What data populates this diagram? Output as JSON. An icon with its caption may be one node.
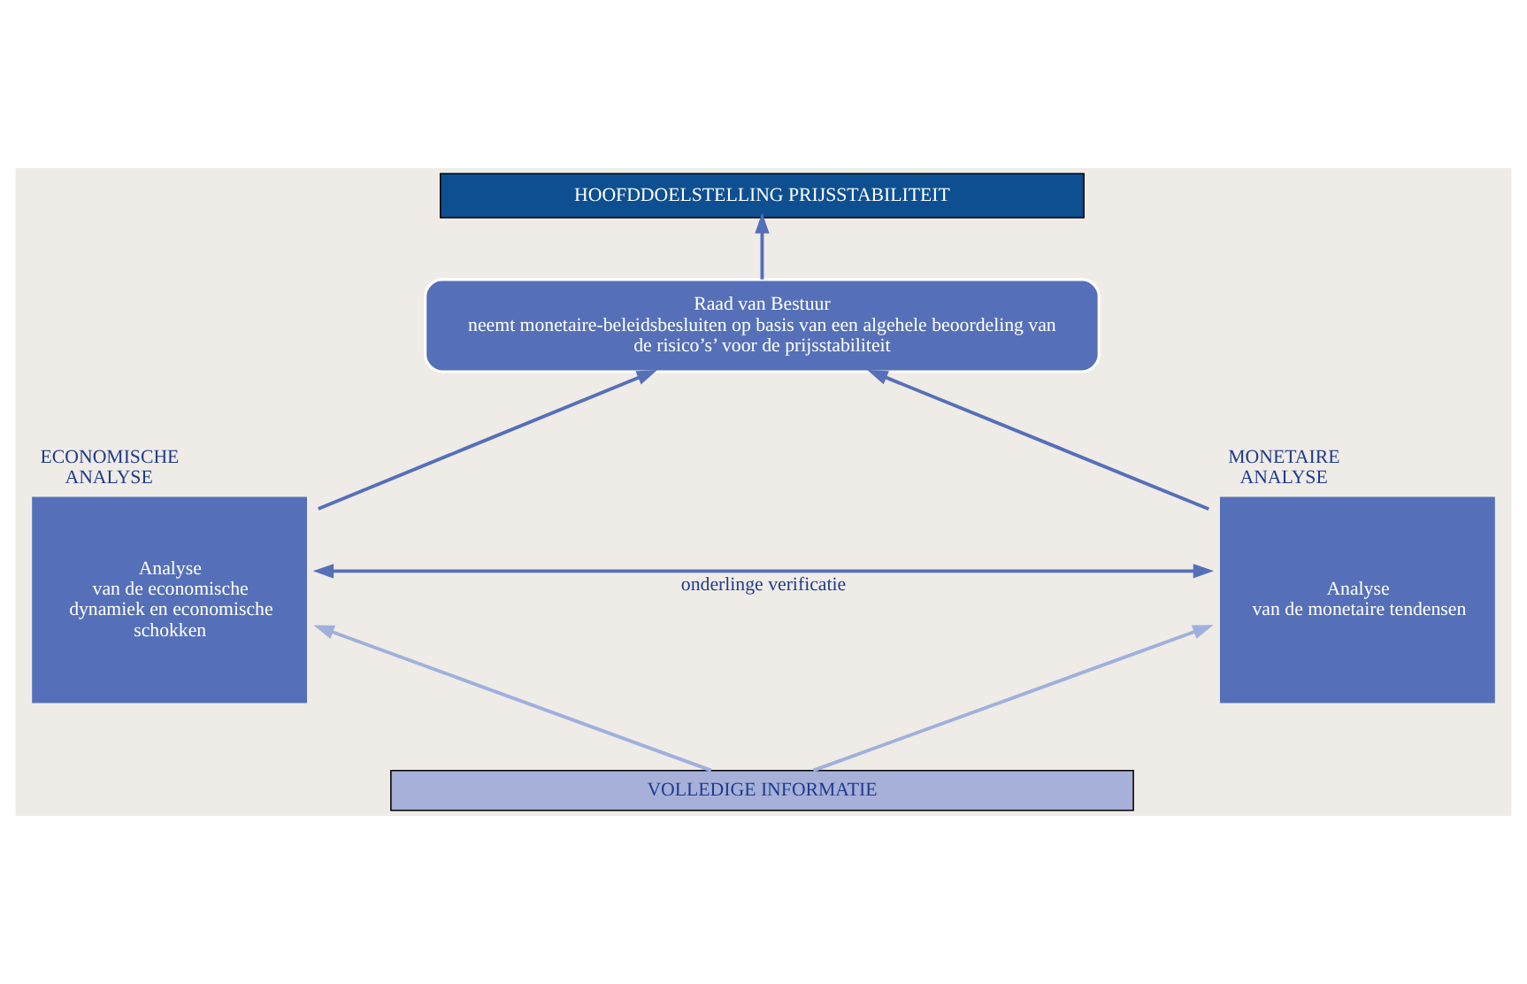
{
  "diagram": {
    "nodes": [
      {
        "text": [
          "HOOFDDOELSTELLING PRIJSSTABILITEIT"
        ]
      },
      {
        "text": [
          "Raad van Bestuur",
          "neemt monetaire-beleidsbesluiten op basis van een algehele beoordeling van de risico’s’ voor de prijsstabiliteit"
        ]
      },
      {
        "text": [
          "Analyse",
          "van de economische dynamiek en economische schokken"
        ],
        "beside": [
          "ECONOMISCHE ANALYSE"
        ]
      },
      {
        "text": [
          "Analyse",
          "van de monetaire tendensen"
        ],
        "beside": [
          "MONETAIRE ANALYSE"
        ]
      },
      {
        "text": [
          "VOLLEDIGE INFORMATIE"
        ]
      }
    ],
    "edges": [
      {
        "from": 1,
        "to": 0,
        "arrow": "to"
      },
      {
        "from": 2,
        "to": 1,
        "arrow": "to"
      },
      {
        "from": 3,
        "to": 1,
        "arrow": "to"
      },
      {
        "from": 2,
        "to": 3,
        "arrow": "both",
        "label": "onderlinge verificatie"
      },
      {
        "from": 4,
        "to": 2,
        "arrow": "to",
        "color": "#9fb0dc"
      },
      {
        "from": 4,
        "to": 3,
        "arrow": "to",
        "color": "#9fb0dc"
      }
    ]
  }
}
